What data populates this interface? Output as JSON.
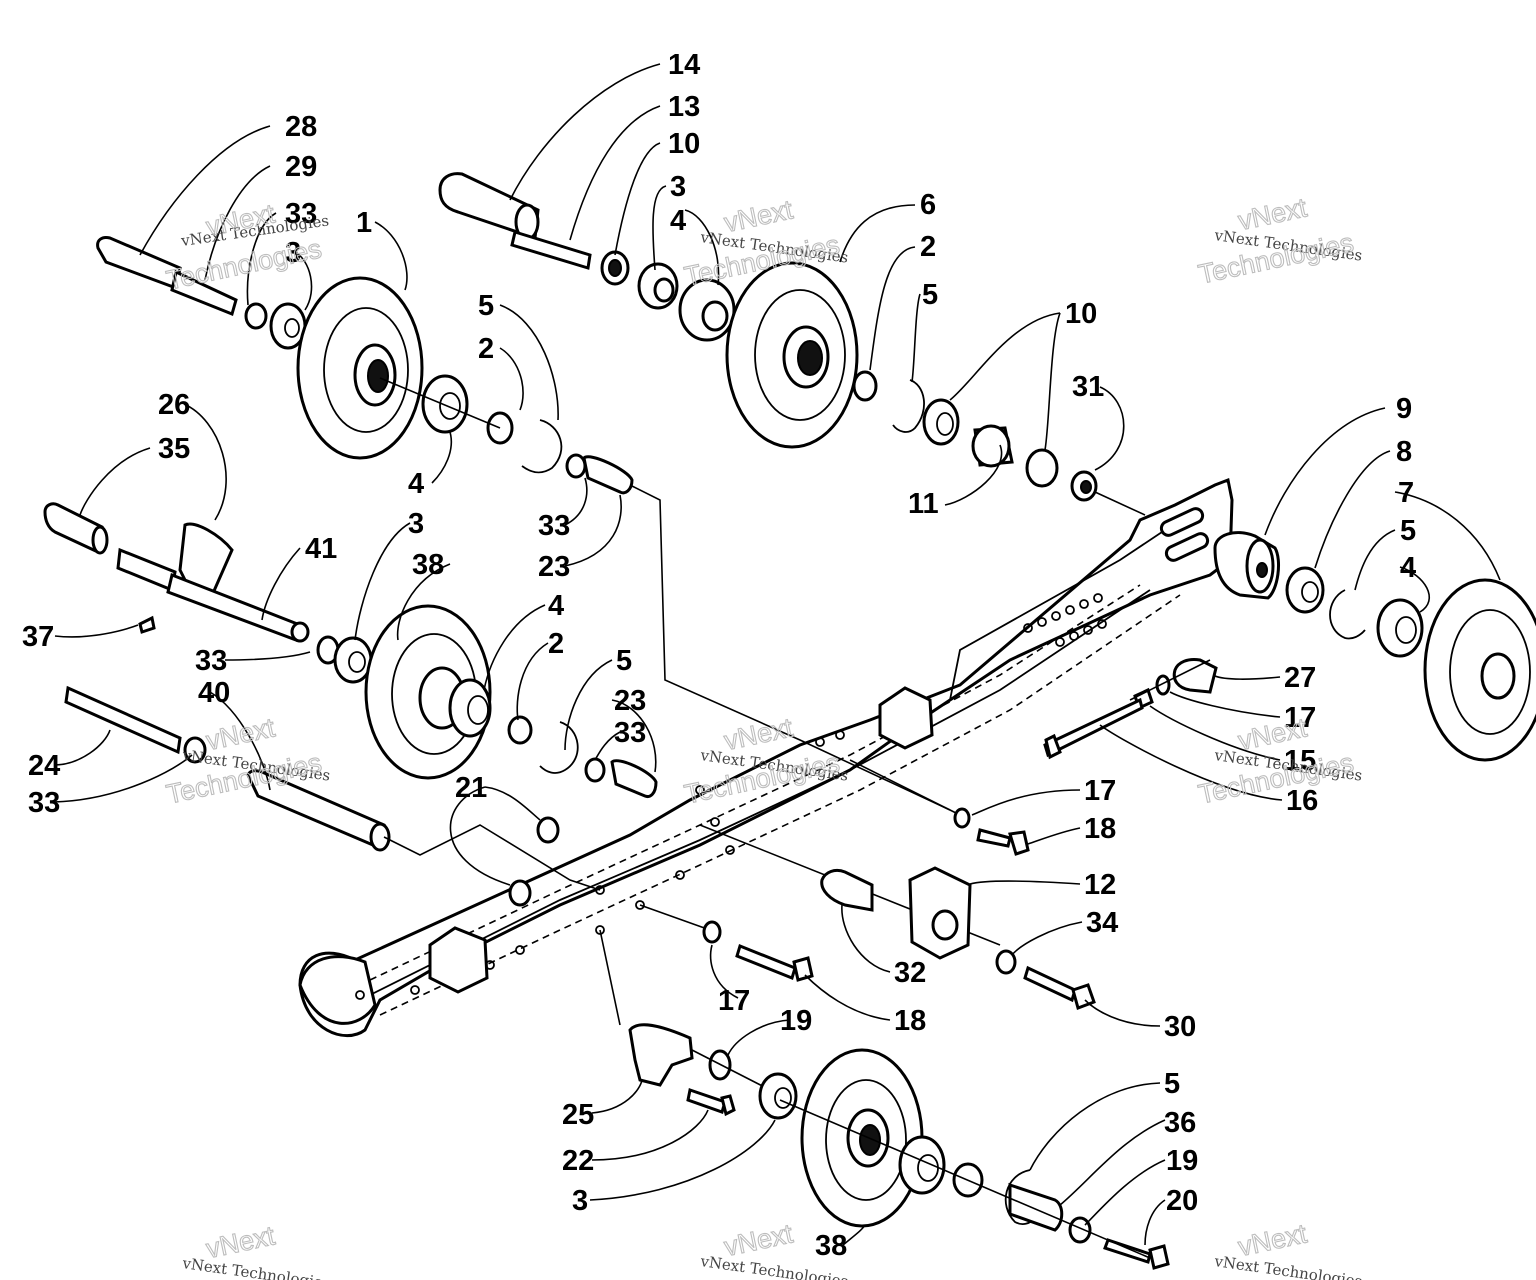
{
  "watermark": {
    "small": "vNext Technologies",
    "big_line1": "vNext",
    "big_line2": "Technologies"
  },
  "callouts": [
    {
      "id": "c14",
      "label": "14"
    },
    {
      "id": "c13",
      "label": "13"
    },
    {
      "id": "c10a",
      "label": "10"
    },
    {
      "id": "c3a",
      "label": "3"
    },
    {
      "id": "c4a",
      "label": "4"
    },
    {
      "id": "c6",
      "label": "6"
    },
    {
      "id": "c2a",
      "label": "2"
    },
    {
      "id": "c5a",
      "label": "5"
    },
    {
      "id": "c10b",
      "label": "10"
    },
    {
      "id": "c31",
      "label": "31"
    },
    {
      "id": "c28",
      "label": "28"
    },
    {
      "id": "c29",
      "label": "29"
    },
    {
      "id": "c33a",
      "label": "33"
    },
    {
      "id": "c3b",
      "label": "3"
    },
    {
      "id": "c1",
      "label": "1"
    },
    {
      "id": "c5b",
      "label": "5"
    },
    {
      "id": "c2b",
      "label": "2"
    },
    {
      "id": "c4b",
      "label": "4"
    },
    {
      "id": "c33b",
      "label": "33"
    },
    {
      "id": "c23a",
      "label": "23"
    },
    {
      "id": "c11",
      "label": "11"
    },
    {
      "id": "c9",
      "label": "9"
    },
    {
      "id": "c8",
      "label": "8"
    },
    {
      "id": "c7",
      "label": "7"
    },
    {
      "id": "c5c",
      "label": "5"
    },
    {
      "id": "c4c",
      "label": "4"
    },
    {
      "id": "c26",
      "label": "26"
    },
    {
      "id": "c35",
      "label": "35"
    },
    {
      "id": "c41",
      "label": "41"
    },
    {
      "id": "c3c",
      "label": "3"
    },
    {
      "id": "c38a",
      "label": "38"
    },
    {
      "id": "c37",
      "label": "37"
    },
    {
      "id": "c33c",
      "label": "33"
    },
    {
      "id": "c4d",
      "label": "4"
    },
    {
      "id": "c2c",
      "label": "2"
    },
    {
      "id": "c5d",
      "label": "5"
    },
    {
      "id": "c23b",
      "label": "23"
    },
    {
      "id": "c33d",
      "label": "33"
    },
    {
      "id": "c40",
      "label": "40"
    },
    {
      "id": "c24",
      "label": "24"
    },
    {
      "id": "c33e",
      "label": "33"
    },
    {
      "id": "c21",
      "label": "21"
    },
    {
      "id": "c27",
      "label": "27"
    },
    {
      "id": "c17a",
      "label": "17"
    },
    {
      "id": "c15",
      "label": "15"
    },
    {
      "id": "c16",
      "label": "16"
    },
    {
      "id": "c17b",
      "label": "17"
    },
    {
      "id": "c18a",
      "label": "18"
    },
    {
      "id": "c12",
      "label": "12"
    },
    {
      "id": "c34",
      "label": "34"
    },
    {
      "id": "c32",
      "label": "32"
    },
    {
      "id": "c17c",
      "label": "17"
    },
    {
      "id": "c18b",
      "label": "18"
    },
    {
      "id": "c30",
      "label": "30"
    },
    {
      "id": "c19a",
      "label": "19"
    },
    {
      "id": "c25",
      "label": "25"
    },
    {
      "id": "c22",
      "label": "22"
    },
    {
      "id": "c3d",
      "label": "3"
    },
    {
      "id": "c5e",
      "label": "5"
    },
    {
      "id": "c36",
      "label": "36"
    },
    {
      "id": "c19b",
      "label": "19"
    },
    {
      "id": "c20",
      "label": "20"
    },
    {
      "id": "c38b",
      "label": "38"
    }
  ]
}
